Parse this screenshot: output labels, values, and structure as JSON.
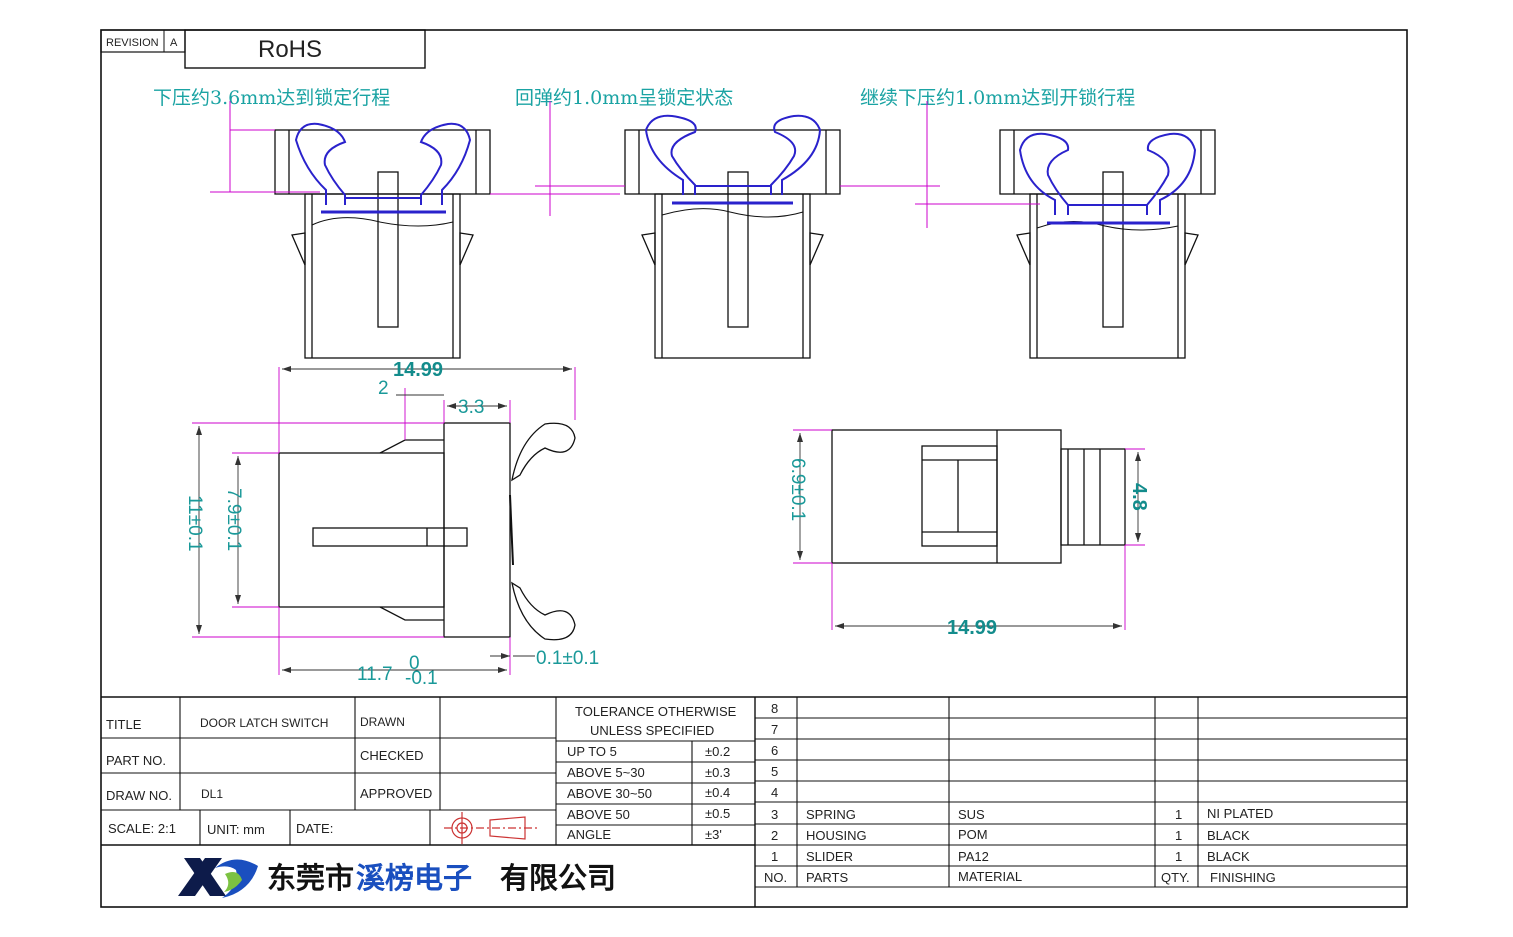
{
  "revision": {
    "label": "REVISION",
    "value": "A",
    "compliance": "RoHS"
  },
  "notes": {
    "step1": "下压约3.6mm达到锁定行程",
    "step2": "回弹约1.0mm呈锁定状态",
    "step3": "继续下压约1.0mm达到开锁行程"
  },
  "dimensions": {
    "side_width": "14.99",
    "side_2": "2",
    "side_3_3": "3.3",
    "side_11": "11±0.1",
    "side_7_9": "7.9±0.1",
    "side_11_7_base": "11.7",
    "side_11_7_upper": "0",
    "side_11_7_lower": "-0.1",
    "side_0_1": "0.1±0.1",
    "front_6_9": "6.9±0.1",
    "front_4_8": "4.8",
    "front_width": "14.99"
  },
  "title_block": {
    "title_label": "TITLE",
    "title_value": "DOOR LATCH SWITCH",
    "drawn_label": "DRAWN",
    "part_label": "PART NO.",
    "checked_label": "CHECKED",
    "draw_label": "DRAW NO.",
    "draw_value": "DL1",
    "approved_label": "APPROVED",
    "scale": "SCALE: 2:1",
    "unit": "UNIT: mm",
    "date": "DATE:",
    "tolerance_head1": "TOLERANCE OTHERWISE",
    "tolerance_head2": "UNLESS SPECIFIED",
    "tolerances": [
      {
        "range": "UP TO 5",
        "value": "±0.2"
      },
      {
        "range": "ABOVE 5~30",
        "value": "±0.3"
      },
      {
        "range": "ABOVE 30~50",
        "value": "±0.4"
      },
      {
        "range": "ABOVE 50",
        "value": "±0.5"
      },
      {
        "range": "ANGLE",
        "value": "±3'"
      }
    ],
    "company": {
      "logo": "XD",
      "p1": "东莞市",
      "p2": "溪榜电子",
      "p3": "有限公司"
    }
  },
  "bom": {
    "headers": {
      "no": "NO.",
      "parts": "PARTS",
      "material": "MATERIAL",
      "qty": "QTY.",
      "finishing": "FINISHING"
    },
    "rows": [
      {
        "no": "8",
        "parts": "",
        "material": "",
        "qty": "",
        "finishing": ""
      },
      {
        "no": "7",
        "parts": "",
        "material": "",
        "qty": "",
        "finishing": ""
      },
      {
        "no": "6",
        "parts": "",
        "material": "",
        "qty": "",
        "finishing": ""
      },
      {
        "no": "5",
        "parts": "",
        "material": "",
        "qty": "",
        "finishing": ""
      },
      {
        "no": "4",
        "parts": "",
        "material": "",
        "qty": "",
        "finishing": ""
      },
      {
        "no": "3",
        "parts": "SPRING",
        "material": "SUS",
        "qty": "1",
        "finishing": "NI PLATED"
      },
      {
        "no": "2",
        "parts": "HOUSING",
        "material": "POM",
        "qty": "1",
        "finishing": "BLACK"
      },
      {
        "no": "1",
        "parts": "SLIDER",
        "material": "PA12",
        "qty": "1",
        "finishing": "BLACK"
      }
    ]
  },
  "colors": {
    "outline": "#111111",
    "spring": "#2a22cc",
    "dimension": "#1a9999",
    "leader": "#cc00cc",
    "company_blue": "#1a4fbf"
  }
}
